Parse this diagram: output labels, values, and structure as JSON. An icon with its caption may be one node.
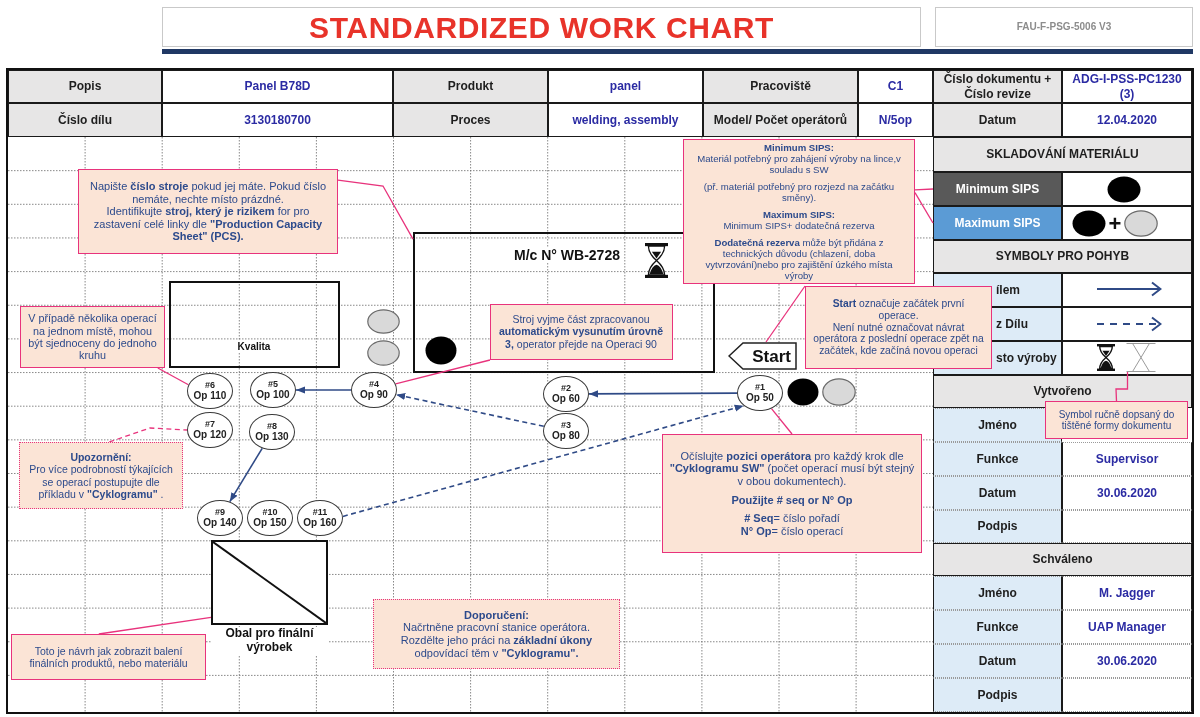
{
  "diagram": {
    "title": "STANDARDIZED WORK CHART",
    "nodes": [
      {
        "text": [
          "Napište **číslo stroje** pokud jej máte. Pokud číslo nemáte, nechte místo prázdné.",
          "Identifikujte **stroj, který je rizikem** for pro zastavení celé linky dle **\"Production Capacity Sheet\" (PCS).**"
        ]
      },
      {
        "text": [
          "Minimum SIPS:",
          "Materiál potřebný pro zahájení výroby na lince,v souladu s SW",
          "(př. materiál potřebný pro rozjezd na začátku směny).",
          "Maximum SIPS:",
          "Minimum SIPS+ dodatečná rezerva",
          "**Dodatečná rezerva** může být přidána z technických důvodu (chlazení, doba vytvrzování)nebo pro zajištění úzkého místa výroby"
        ]
      },
      {
        "text": [
          "Minimum SIPS"
        ]
      },
      {
        "text": [
          "Maximum SIPS"
        ]
      },
      {
        "text": [
          "M/c N° WB-2728"
        ]
      },
      {
        "text": [
          "Stroj vyjme část zpracovanou **automatickým vysunutím úrovně 3,** operator přejde na Operaci 90"
        ],
        "in": 4
      },
      {
        "text": [
          "Kvalita"
        ]
      },
      {
        "text": [
          "V případě několika operací na jednom místě, mohou být sjednoceny do jednoho kruhu"
        ]
      },
      {
        "text": [
          "**Start** označuje začátek první operace.",
          "Není nutné označovat návrat operátora z poslední operace zpět na začátek, kde začíná novou operaci"
        ]
      },
      {
        "text": [
          "Start"
        ]
      },
      {
        "text": [],
        "shape": "hourglass"
      },
      {
        "text": [
          "#1",
          "Op 50"
        ]
      },
      {
        "text": [
          "#2",
          "Op 60"
        ]
      },
      {
        "text": [
          "#3",
          "Op 80"
        ]
      },
      {
        "text": [
          "#4",
          "Op 90"
        ]
      },
      {
        "text": [
          "#5",
          "Op 100"
        ]
      },
      {
        "text": [
          "#6",
          "Op 110"
        ]
      },
      {
        "text": [
          "#7",
          "Op 120"
        ]
      },
      {
        "text": [
          "#8",
          "Op 130"
        ]
      },
      {
        "text": [
          "Symbol ručně dopsaný do tištěné formy dokumentu"
        ]
      },
      {
        "text": [
          "Upozornění:",
          "Pro více podrobností týkajících se operací postupujte dle příkladu v **\"Cyklogramu\"** ."
        ]
      },
      {
        "text": [
          "Očíslujte **pozici operátora** pro každý krok dle **\"Cyklogramu SW\"** (počet operací musí být stejný v obou dokumentech).",
          "Použijte # seq or N° Op",
          "**# Seq**= číslo pořadí",
          "**N° Op**= číslo operací"
        ]
      },
      {
        "text": [
          "#9",
          "Op 140"
        ]
      },
      {
        "text": [
          "#10",
          "Op 150"
        ]
      },
      {
        "text": [
          "#11",
          "Op 160"
        ]
      },
      {
        "text": [
          "Obal pro finální výrobek"
        ]
      },
      {
        "text": [
          "Doporučení:",
          "Načrtněne pracovní stanice operátora. Rozdělte jeho práci na **základní úkony** odpovídací těm v **\"Cyklogramu\".**"
        ]
      },
      {
        "text": [
          "Toto je návrh jak zobrazit balení finálních produktů, nebo materiálu"
        ]
      }
    ],
    "edges": [
      {
        "from": 11,
        "to": 12,
        "arrow": "to",
        "color": "#2f4a86"
      },
      {
        "from": 13,
        "to": 14,
        "arrow": "to",
        "style": "dashed",
        "color": "#2f4a86"
      },
      {
        "from": 14,
        "to": 15,
        "arrow": "to",
        "color": "#2f4a86"
      },
      {
        "from": 18,
        "to": 22,
        "arrow": "to",
        "color": "#2f4a86"
      },
      {
        "from": 24,
        "to": 11,
        "arrow": "to",
        "style": "dashed",
        "color": "#2f4a86"
      },
      {
        "from": 0,
        "to": 4,
        "arrow": "none"
      },
      {
        "from": 1,
        "to": 2,
        "arrow": "none"
      },
      {
        "from": 1,
        "to": 3,
        "arrow": "none"
      },
      {
        "from": 5,
        "to": 14,
        "arrow": "none"
      },
      {
        "from": 7,
        "to": 16,
        "arrow": "none"
      },
      {
        "from": 8,
        "to": 9,
        "arrow": "none"
      },
      {
        "from": 19,
        "to": 10,
        "arrow": "none"
      },
      {
        "from": 20,
        "to": 17,
        "arrow": "none",
        "style": "dashed"
      },
      {
        "from": 21,
        "to": 11,
        "arrow": "none"
      },
      {
        "from": 27,
        "to": 25,
        "arrow": "none"
      }
    ],
    "labels": [
      "FAU-F-PSG-5006 V3",
      "Popis",
      "Panel B78D",
      "Produkt",
      "panel",
      "Pracoviště",
      "C1",
      "Číslo dokumentu + Číslo revize",
      "ADG-I-PSS-PC1230 (3)",
      "Číslo dílu",
      "3130180700",
      "Proces",
      "welding, assembly",
      "Model/ Počet operátorů",
      "N/5op",
      "Datum",
      "12.04.2020",
      "SKLADOVÁNÍ MATERIÁLU",
      "+",
      "SYMBOLY PRO POHYB",
      "ílem",
      "z Dílu",
      "sto výroby",
      "Vytvořeno",
      "Jméno",
      "Funkce",
      "Supervisor",
      "Datum",
      "30.06.2020",
      "Podpis",
      "Schváleno",
      "Jméno",
      "M. Jagger",
      "Funkce",
      "UAP Manager",
      "Datum",
      "30.06.2020",
      "Podpis"
    ]
  }
}
